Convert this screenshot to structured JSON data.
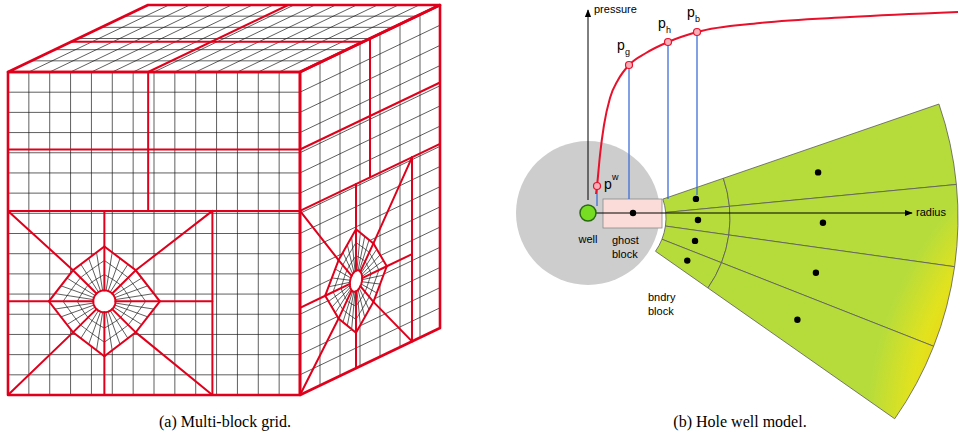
{
  "diagram": {
    "labels": [
      "(a) Multi-block grid.",
      "(b) Hole well model.",
      "pressure",
      "radius",
      "p",
      "g",
      "p",
      "h",
      "p",
      "b",
      "p",
      "w",
      "well",
      "ghost block",
      "bndry block"
    ]
  }
}
